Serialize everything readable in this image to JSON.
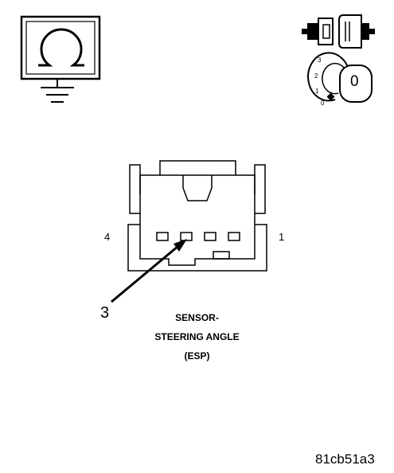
{
  "connector": {
    "pin_left": "4",
    "pin_right": "1",
    "callout_pin": "3"
  },
  "caption": {
    "line1": "SENSOR-",
    "line2": "STEERING ANGLE",
    "line3": "(ESP)"
  },
  "ignition_key": {
    "positions": [
      "3",
      "2",
      "1",
      "0"
    ],
    "key_label": "0"
  },
  "icons": {
    "ohmmeter": "ohmmeter-ground-icon",
    "disconnect": "connector-disconnect-icon",
    "ignition": "ignition-key-off-icon"
  },
  "figure_code": "81cb51a3"
}
